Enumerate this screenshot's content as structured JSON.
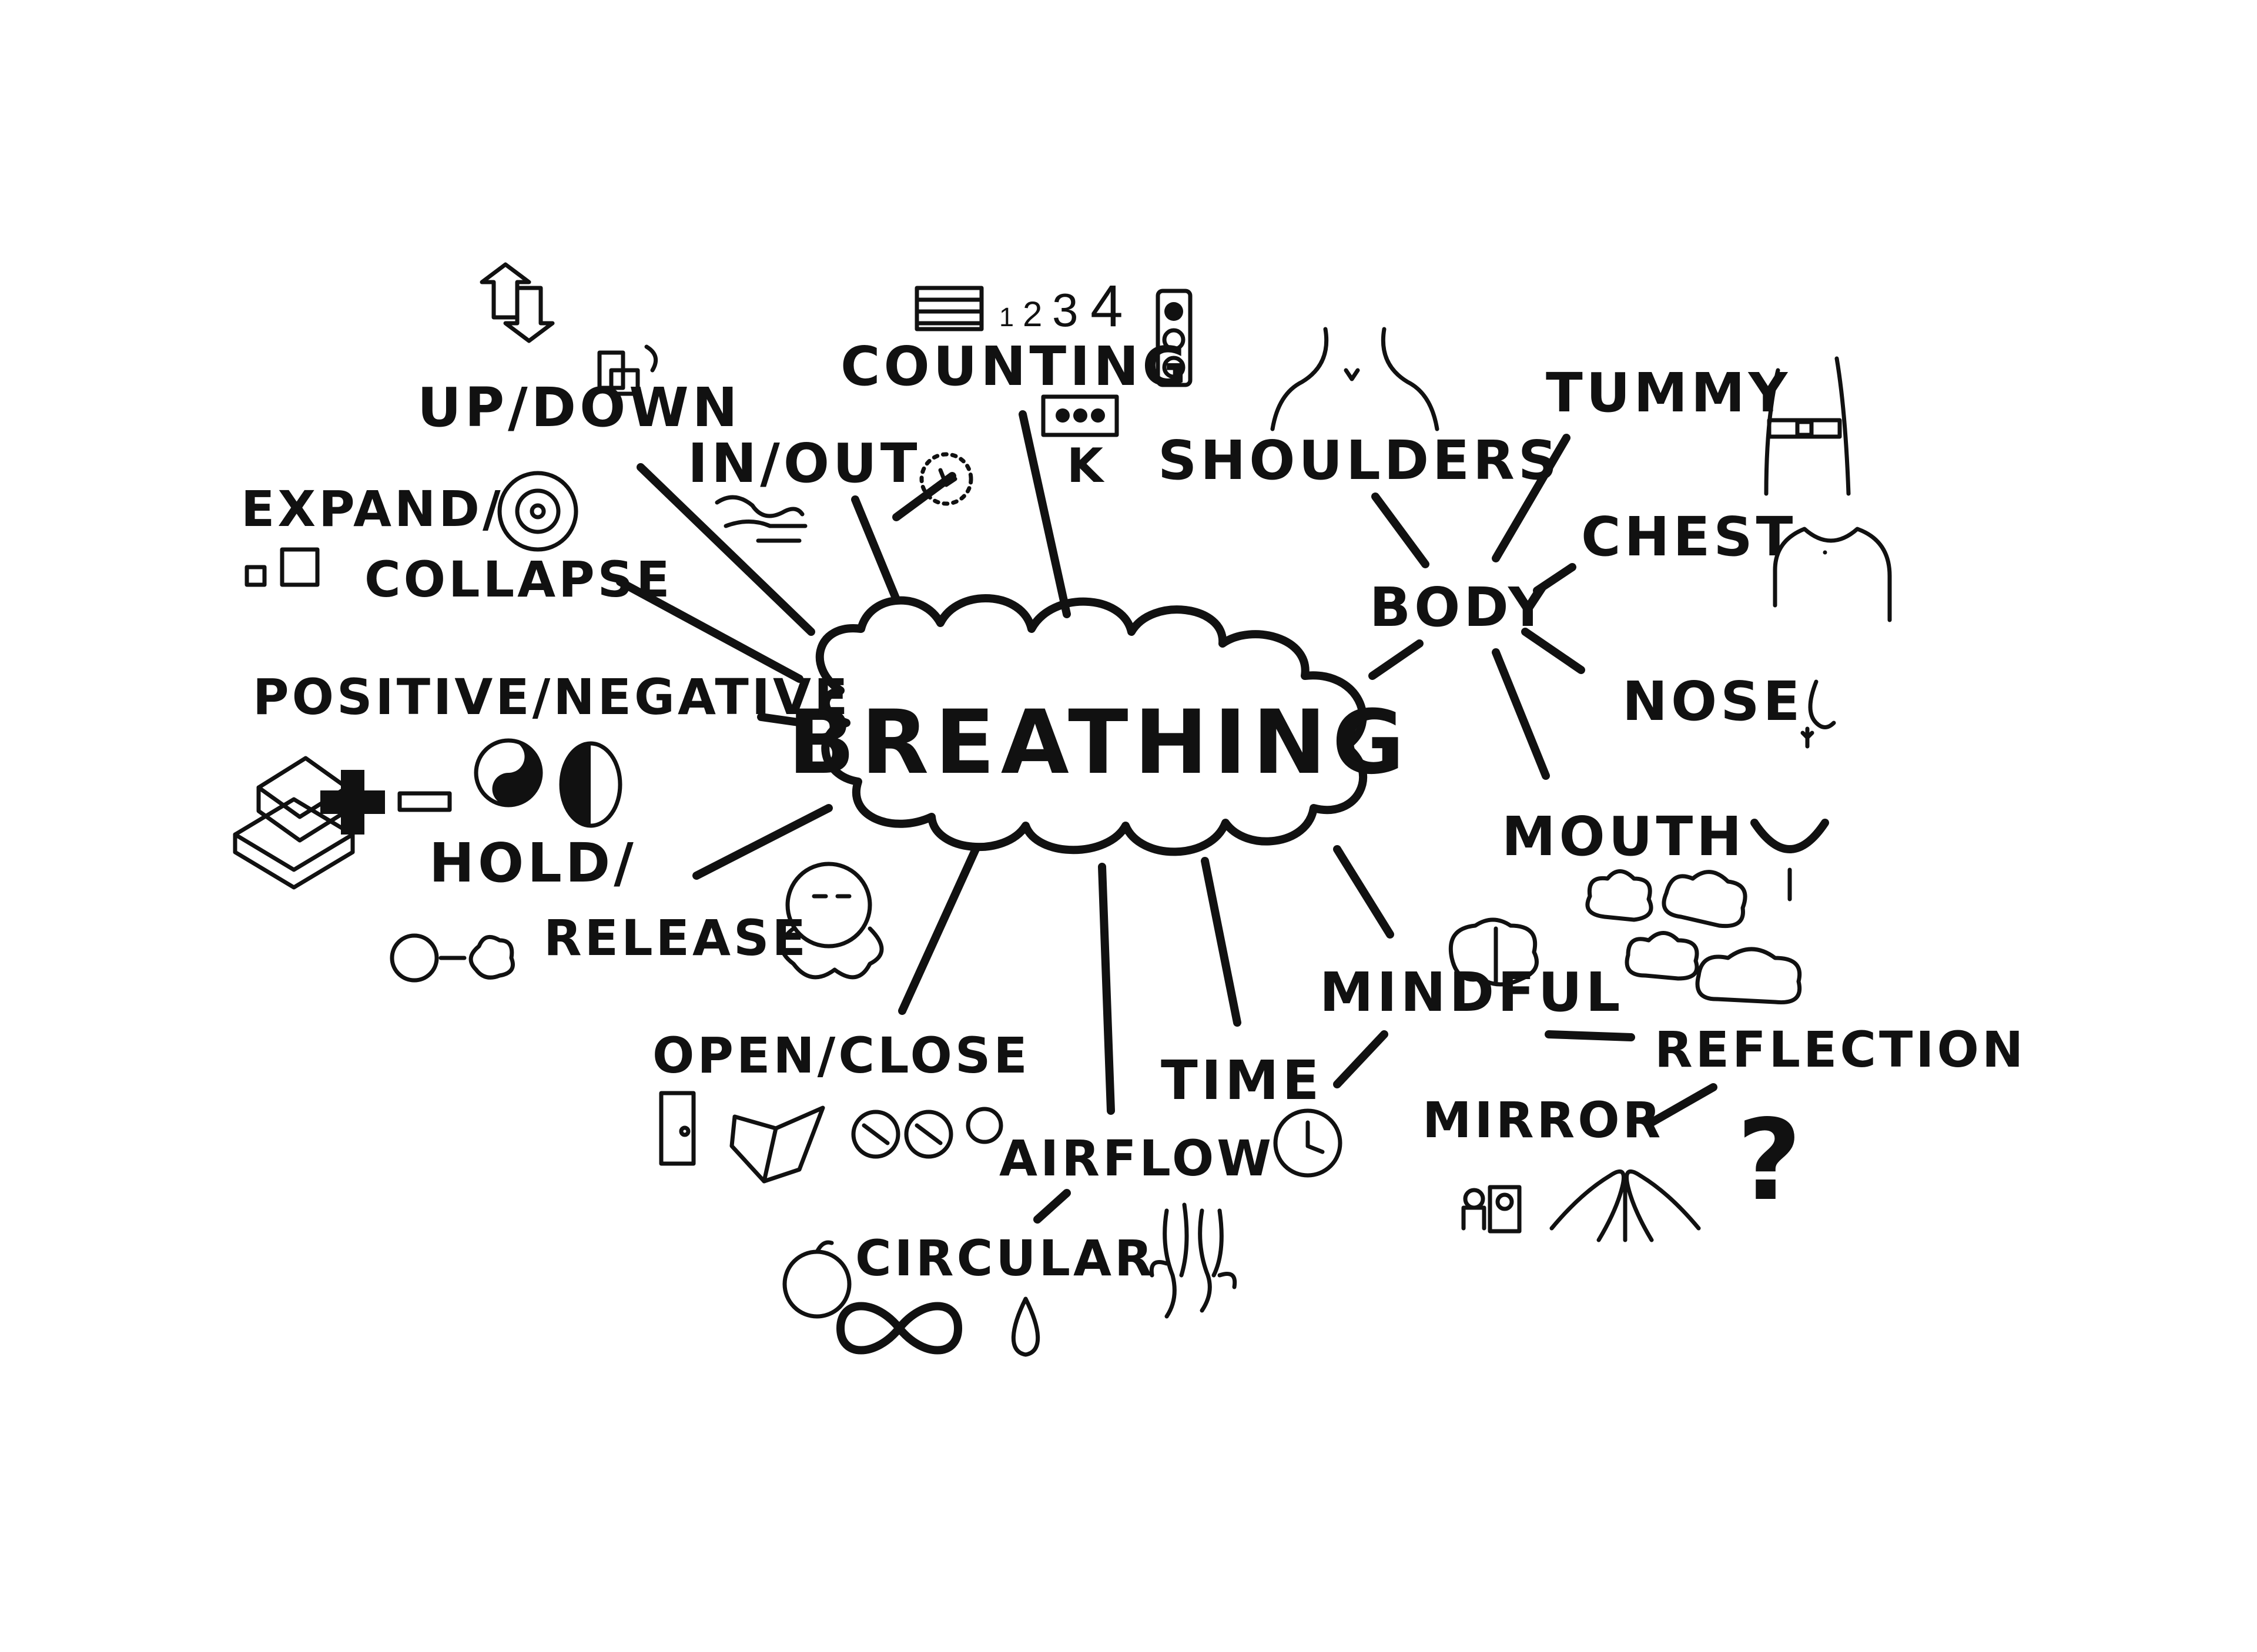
{
  "center": {
    "label": "BREATHING"
  },
  "labels": {
    "counting": "COUNTING",
    "counting_digits": [
      "1",
      "2",
      "3",
      "4"
    ],
    "in_out": "IN/OUT",
    "up_down": "UP/DOWN",
    "expand": "EXPAND/",
    "collapse": "COLLAPSE",
    "positive_negative": "POSITIVE/NEGATIVE",
    "hold": "HOLD/",
    "release": "RELEASE",
    "open_close": "OPEN/CLOSE",
    "airflow": "AIRFLOW",
    "circular": "CIRCULAR",
    "time": "TIME",
    "mindful": "MINDFUL",
    "reflection": "REFLECTION",
    "mirror": "MIRROR",
    "shoulders": "SHOULDERS",
    "body": "BODY",
    "tummy": "TUMMY",
    "chest": "CHEST",
    "nose": "NOSE",
    "mouth": "MOUTH",
    "question_mark": "?",
    "keypad_letter": "K"
  },
  "icons": [
    "up-down-arrows-icon",
    "blocks-icon",
    "abacus-icon",
    "traffic-light-icon",
    "keypad-icon",
    "lungs-icon",
    "clock-dial-icon",
    "target-circle-icon",
    "squares-icon",
    "stacked-boxes-icon",
    "plus-icon",
    "minus-icon",
    "yin-yang-icon",
    "face-mask-icon",
    "circle-to-cloud-icon",
    "face-cloud-icon",
    "door-icon",
    "book-icon",
    "aperture-icon",
    "clock-icon",
    "airflow-swirls-icon",
    "apple-icon",
    "infinity-icon",
    "drop-icon",
    "brain-icon",
    "clouds-icon",
    "hands-icon",
    "people-icon",
    "neck-shoulders-icon",
    "belt-torso-icon",
    "chest-torso-icon",
    "nose-icon",
    "smile-icon"
  ]
}
